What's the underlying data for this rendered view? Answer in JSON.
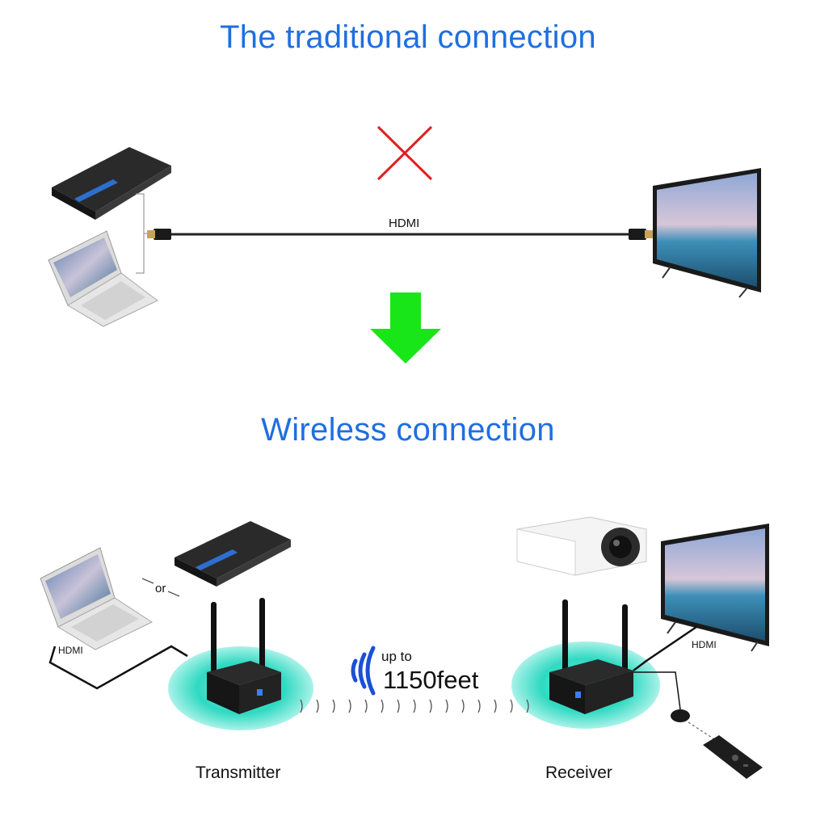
{
  "top": {
    "title": "The traditional connection",
    "cable_label": "HDMI"
  },
  "bottom": {
    "title": "Wireless connection",
    "or_label": "or",
    "left_hdmi_label": "HDMI",
    "right_hdmi_label": "HDMI",
    "range_prefix": "up to",
    "range_value": "1150feet",
    "transmitter_label": "Transmitter",
    "receiver_label": "Receiver"
  },
  "colors": {
    "title_blue": "#1f6fe0",
    "cross_red": "#e02020",
    "arrow_green": "#19e619",
    "glow_teal": "#18c9b0",
    "signal_blue": "#1a4fd6"
  },
  "icons": {
    "cross": "cross-icon",
    "arrow": "arrow-down-icon",
    "wifi": "wifi-signal-icon"
  }
}
